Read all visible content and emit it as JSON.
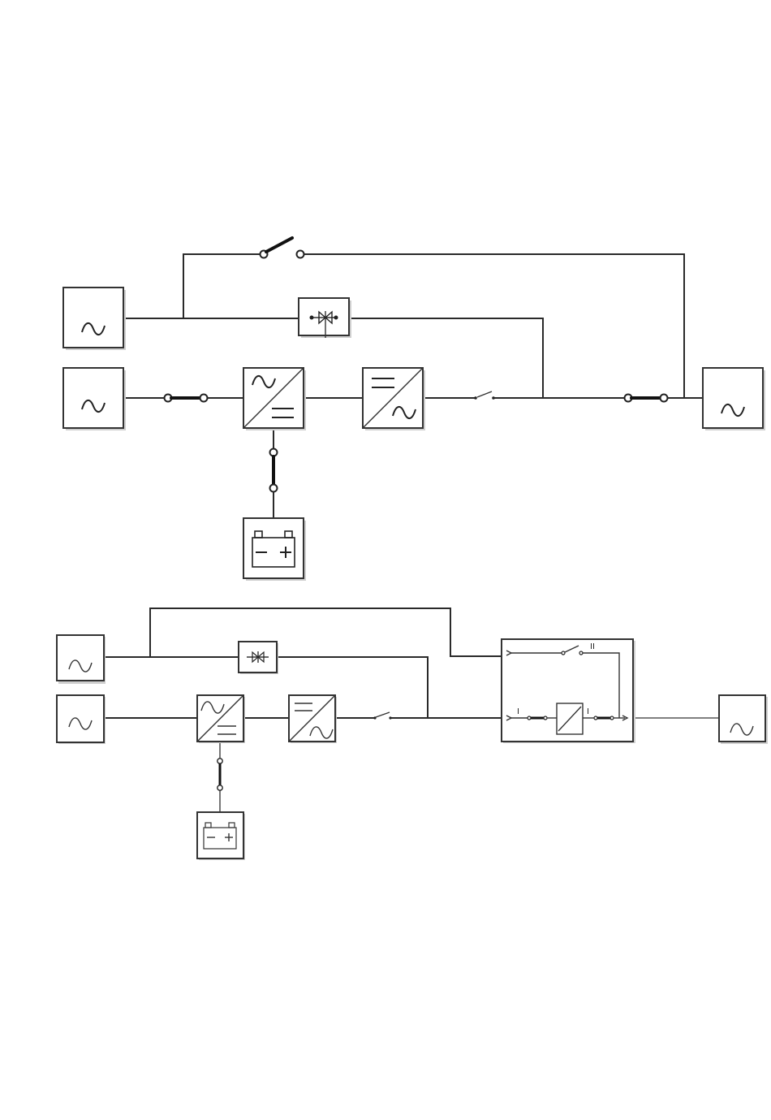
{
  "diagram": {
    "figures": [
      {
        "id": "ups-single-line-diagram",
        "components": [
          "ac-source-bypass",
          "ac-source-mains",
          "rectifier",
          "inverter",
          "battery",
          "static-switch",
          "manual-bypass-switch",
          "output-isolator",
          "ac-load"
        ]
      },
      {
        "id": "ups-with-external-maintenance-bypass",
        "components": [
          "ac-source-bypass",
          "ac-source-mains",
          "rectifier",
          "inverter",
          "battery",
          "static-switch",
          "maintenance-bypass-panel",
          "ac-load"
        ],
        "bypass_panel_labels": {
          "position_one_top": "I",
          "position_two": "II",
          "position_one_bottom": "I"
        }
      }
    ],
    "icons": {
      "ac_source": "sine-icon",
      "rectifier": "ac-dc-converter-icon",
      "inverter": "dc-ac-converter-icon",
      "battery": "battery-icon",
      "static_switch": "thyristor-icon",
      "switch": "switch-icon"
    },
    "colors": {
      "line": "#2a2a2a",
      "box_border": "#333333",
      "background": "#ffffff"
    }
  }
}
